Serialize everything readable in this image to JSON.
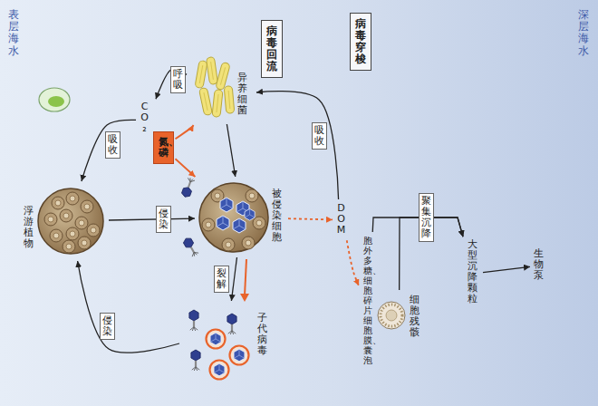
{
  "diagram": {
    "nodes": [
      {
        "text": [
          "病毒回流"
        ]
      },
      {
        "text": [
          "病毒穿梭"
        ]
      },
      {
        "text": [
          "浮游植物"
        ]
      },
      {
        "text": [
          "CO₂"
        ]
      },
      {
        "text": [
          "异养细菌"
        ]
      },
      {
        "text": [
          "氮、磷"
        ]
      },
      {
        "text": [
          "被侵染细胞"
        ]
      },
      {
        "text": [
          "子代病毒"
        ]
      },
      {
        "text": [
          "DOM"
        ]
      },
      {
        "text": [
          "胞外多糖、细胞碎片 细胞膜、囊泡"
        ]
      },
      {
        "text": [
          "细胞残骸"
        ]
      },
      {
        "text": [
          "大型沉降颗粒"
        ]
      },
      {
        "text": [
          "生物泵"
        ]
      }
    ],
    "edges": [
      {
        "from": 4,
        "to": 3,
        "label": "呼吸",
        "arrow": "to"
      },
      {
        "from": 3,
        "to": 2,
        "label": "吸收",
        "arrow": "to"
      },
      {
        "from": 5,
        "to": 4,
        "arrow": "to"
      },
      {
        "from": 5,
        "to": 6,
        "arrow": "to"
      },
      {
        "from": 4,
        "to": 6,
        "arrow": "to"
      },
      {
        "from": 2,
        "to": 6,
        "label": "侵染",
        "arrow": "to"
      },
      {
        "from": 6,
        "to": 7,
        "label": "裂解",
        "arrow": "to"
      },
      {
        "from": 7,
        "to": 2,
        "label": "侵染",
        "arrow": "to"
      },
      {
        "from": 6,
        "to": 8,
        "arrow": "to"
      },
      {
        "from": 8,
        "to": 4,
        "label": "吸收",
        "arrow": "to"
      },
      {
        "from": 8,
        "to": 9,
        "arrow": "to"
      },
      {
        "from": 9,
        "to": 11,
        "label": "聚集沉降",
        "arrow": "to"
      },
      {
        "from": 10,
        "to": 11,
        "arrow": "to"
      },
      {
        "from": 11,
        "to": 12,
        "arrow": "to"
      }
    ],
    "labels": [
      "表层海水",
      "深层海水"
    ]
  }
}
